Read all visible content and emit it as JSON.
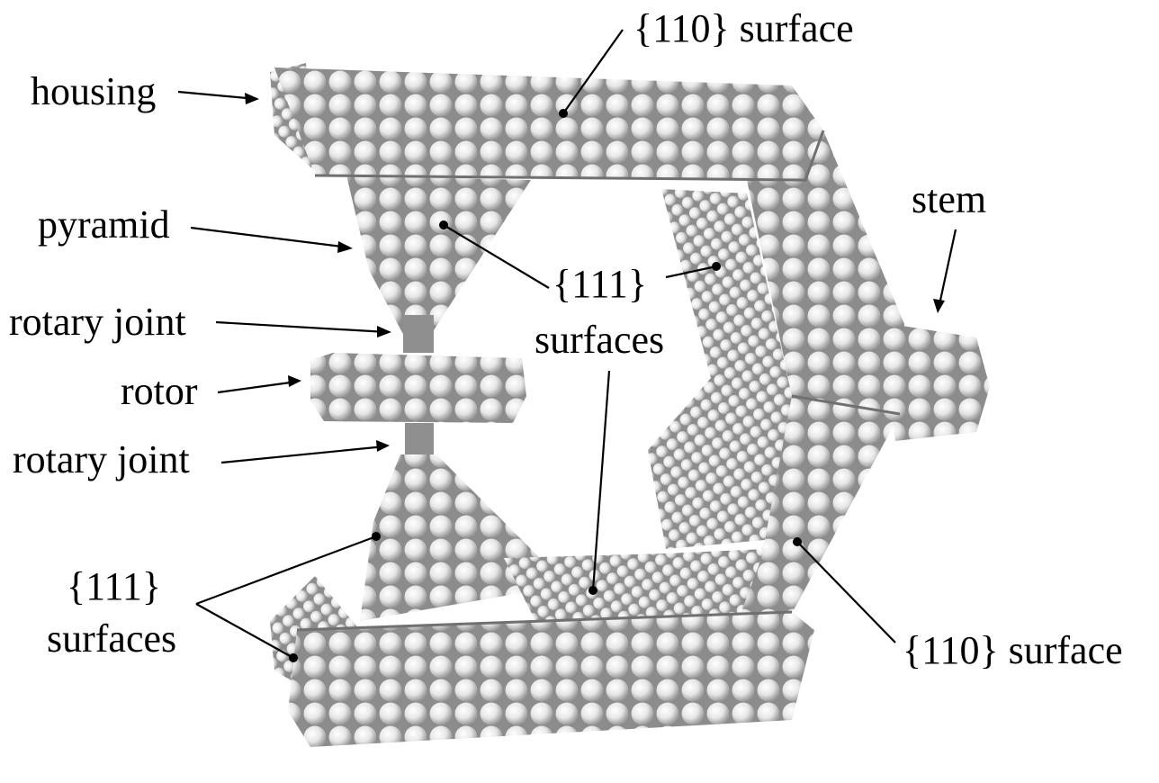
{
  "labels": {
    "surface_110_top": "{110} surface",
    "housing": "housing",
    "stem": "stem",
    "pyramid": "pyramid",
    "surfaces_111_center_line1": "{111}",
    "surfaces_111_center_line2": "surfaces",
    "rotary_joint_upper": "rotary joint",
    "rotor": "rotor",
    "rotary_joint_lower": "rotary joint",
    "surfaces_111_left_line1": "{111}",
    "surfaces_111_left_line2": "surfaces",
    "surface_110_bottom": "{110} surface"
  },
  "colors": {
    "atom_light": "#f4f4f4",
    "atom_mid": "#cfcfcf",
    "atom_dark": "#7a7a7a",
    "bond_gray": "#8c8c8c"
  }
}
